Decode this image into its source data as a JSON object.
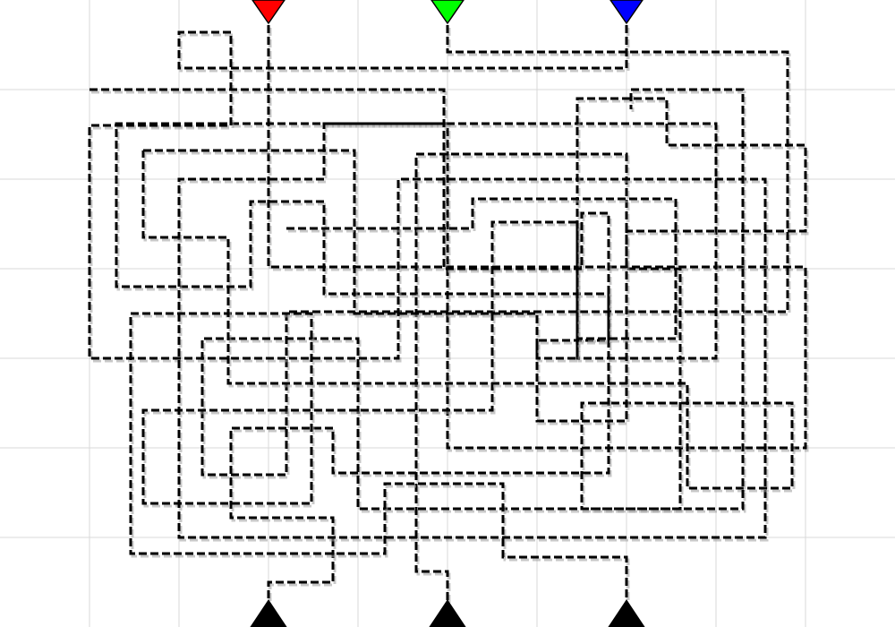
{
  "puzzle": {
    "kind": "tangled-path-maze",
    "grid": {
      "columns": 10,
      "rows": 7
    },
    "start_markers": [
      {
        "name": "red-start-marker",
        "color": "#ff0000",
        "column": 3
      },
      {
        "name": "green-start-marker",
        "color": "#00ff00",
        "column": 5
      },
      {
        "name": "blue-start-marker",
        "color": "#0000ff",
        "column": 7
      }
    ],
    "end_markers": [
      {
        "name": "end-marker-left",
        "color": "#000000",
        "column": 3
      },
      {
        "name": "end-marker-middle",
        "color": "#000000",
        "column": 5
      },
      {
        "name": "end-marker-right",
        "color": "#000000",
        "column": 7
      }
    ],
    "line_style": {
      "color": "#000000",
      "pattern": "dashed"
    }
  }
}
